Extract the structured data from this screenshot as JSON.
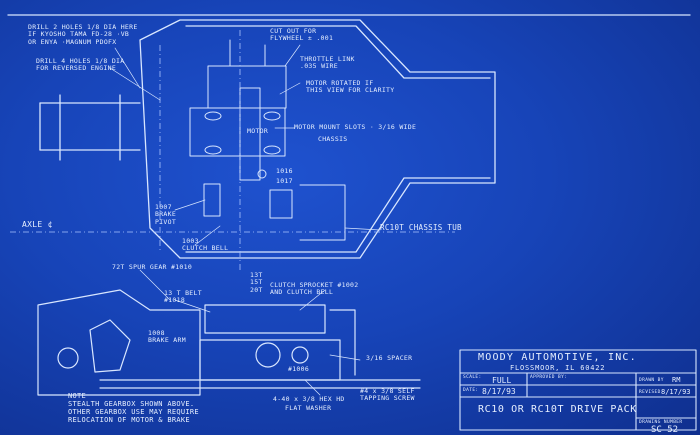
{
  "notes": {
    "drill_2_holes": "DRILL 2 HOLES 1/8 DIA HERE\nIF KYOSHO TAMA FD-28 ·VB\nOR ENYA ·MAGNUM PDOFX",
    "drill_4_holes": "DRILL 4 HOLES 1/8 DIA\nFOR REVERSED ENGINE",
    "cut_out": "CUT OUT FOR\nFLYWHEEL ± .001",
    "throttle_link": "THROTTLE LINK\n.035 WIRE",
    "motor_rotated": "MOTOR ROTATED IF\nTHIS VIEW FOR CLARITY",
    "motor_mount": "MOTOR MOUNT SLOTS · 3/16 WIDE",
    "chassis": "CHASSIS",
    "motor": "MOTOR",
    "part_1016": "1016",
    "part_1017": "1017",
    "brake_pivot": "1007\nBRAKE\nPIVOT",
    "clutch_bell": "1003\nCLUTCH BELL",
    "axle": "AXLE ¢",
    "chassis_tub": "RC10T CHASSIS TUB",
    "spur": "72T SPUR GEAR #1010",
    "idler_13t": "13T\n15T\n20T",
    "clutch_sprocket": "CLUTCH SPROCKET #1002\nAND CLUTCH BELL",
    "belt_13t": "13 T BELT\n#1018",
    "brake_arm": "1008\nBRAKE ARM",
    "spacer": "3/16 SPACER",
    "screw_1006": "#1006",
    "hex_hd": "4-40 x 3/8 HEX HD",
    "flat_washer": "FLAT WASHER",
    "self_tapping": "#4 x 3/8 SELF\nTAPPING SCREW",
    "bottom_note": "NOTE\nSTEALTH GEARBOX SHOWN ABOVE.\nOTHER GEARBOX USE MAY REQUIRE\nRELOCATION OF MOTOR & BRAKE"
  },
  "title_block": {
    "company": "MOODY AUTOMOTIVE, INC.",
    "address": "FLOSSMOOR, IL  60422",
    "scale_label": "SCALE:",
    "scale_value": "FULL",
    "approved_label": "APPROVED BY:",
    "approved_value": "",
    "drawn_label": "DRAWN BY",
    "drawn_value": "RM",
    "date_label": "DATE:",
    "date_value": "8/17/93",
    "revised_label": "REVISED",
    "revised_value": "8/17/93",
    "title": "RC10 OR RC10T DRIVE PACK",
    "drawing_number_label": "DRAWING NUMBER",
    "drawing_number": "SC 52"
  }
}
